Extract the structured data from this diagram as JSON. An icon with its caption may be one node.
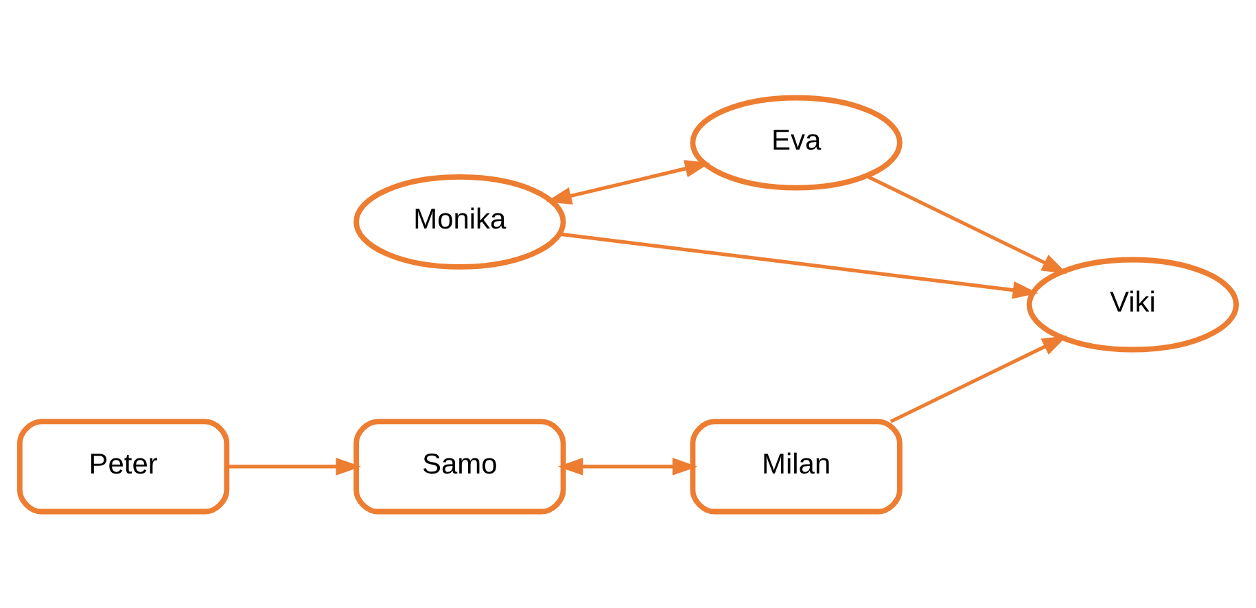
{
  "diagram": {
    "nodes": [
      {
        "text": [
          "Monika"
        ]
      },
      {
        "text": [
          "Eva"
        ]
      },
      {
        "text": [
          "Viki"
        ]
      },
      {
        "text": [
          "Milan"
        ]
      },
      {
        "text": [
          "Peter"
        ]
      },
      {
        "text": [
          "Samo"
        ]
      }
    ],
    "edges": [
      {
        "from": 0,
        "to": 1,
        "arrow": "both"
      },
      {
        "from": 0,
        "to": 2,
        "arrow": "to"
      },
      {
        "from": 1,
        "to": 2,
        "arrow": "to"
      },
      {
        "from": 3,
        "to": 2,
        "arrow": "to"
      },
      {
        "from": 4,
        "to": 5,
        "arrow": "to"
      },
      {
        "from": 5,
        "to": 3,
        "arrow": "both"
      }
    ]
  }
}
